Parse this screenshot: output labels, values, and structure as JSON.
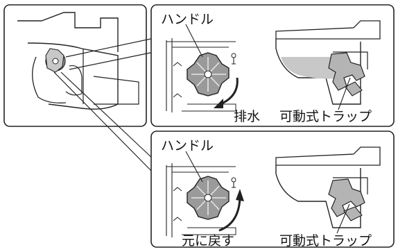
{
  "panel_top": {
    "handle_label": "ハンドル",
    "action_label": "排水",
    "trap_label": "可動式トラップ"
  },
  "panel_bottom": {
    "handle_label": "ハンドル",
    "action_label": "元に戻す",
    "trap_label": "可動式トラップ"
  },
  "colors": {
    "line": "#222222",
    "handle_fill": "#9a9a9a",
    "trap_fill": "#b4b4b4",
    "water": "#c8c8c8"
  }
}
